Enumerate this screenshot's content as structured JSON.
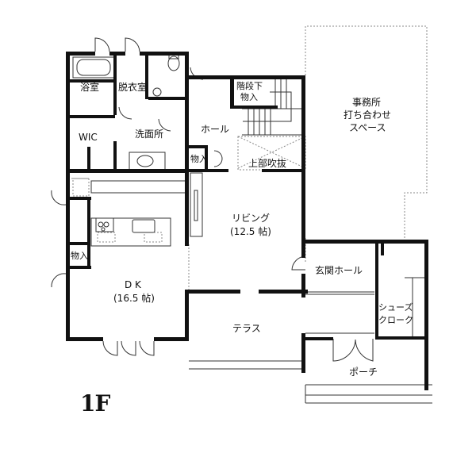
{
  "floor_label": "1F",
  "rooms": {
    "bath": "浴室",
    "dressing": "脱衣室",
    "wic": "WIC",
    "washroom": "洗面所",
    "hall": "ホール",
    "storage_hall": "物入",
    "under_stairs_1": "階段下",
    "under_stairs_2": "物入",
    "void_above": "上部吹抜",
    "office_1": "事務所",
    "office_2": "打ち合わせ",
    "office_3": "スペース",
    "living": "リビング",
    "living_size": "(12.5 帖)",
    "dk": "D K",
    "dk_size": "(16.5 帖)",
    "storage_dk": "物入",
    "terrace": "テラス",
    "entrance_hall": "玄関ホール",
    "shoe_1": "シューズ",
    "shoe_2": "クローク",
    "porch": "ポーチ"
  },
  "colors": {
    "wall": "#111111",
    "line": "#333333",
    "dotted": "#888888",
    "background": "#ffffff"
  }
}
